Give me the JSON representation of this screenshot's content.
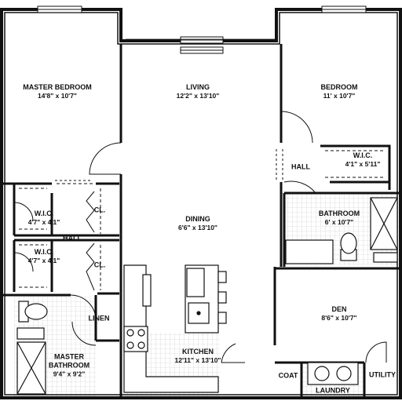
{
  "rooms": {
    "master_bedroom": {
      "name": "MASTER BEDROOM",
      "dims": "14'8\" x 10'7\""
    },
    "living": {
      "name": "LIVING",
      "dims": "12'2\" x 13'10\""
    },
    "bedroom": {
      "name": "BEDROOM",
      "dims": "11' x 10'7\""
    },
    "wic_right": {
      "name": "W.I.C.",
      "dims": "4'1\" x 5'11\""
    },
    "hall_right": {
      "name": "HALL"
    },
    "wic_left_1": {
      "name": "W.I.C.",
      "dims": "4'7\" x 4'1\""
    },
    "cl_1": {
      "name": "CL."
    },
    "dining": {
      "name": "DINING",
      "dims": "6'6\" x 13'10\""
    },
    "hall_left": {
      "name": "HALL"
    },
    "bathroom": {
      "name": "BATHROOM",
      "dims": "6' x 10'7\""
    },
    "wic_left_2": {
      "name": "W.I.C.",
      "dims": "4'7\" x 4'1\""
    },
    "cl_2": {
      "name": "CL."
    },
    "linen": {
      "name": "LINEN"
    },
    "den": {
      "name": "DEN",
      "dims": "8'6\" x 10'7\""
    },
    "kitchen": {
      "name": "KITCHEN",
      "dims": "12'11\" x 13'10\""
    },
    "master_bathroom": {
      "name": "MASTER BATHROOM",
      "dims": "9'4\" x 9'2\""
    },
    "coat": {
      "name": "COAT"
    },
    "laundry": {
      "name": "LAUNDRY"
    },
    "utility": {
      "name": "UTILITY"
    }
  }
}
